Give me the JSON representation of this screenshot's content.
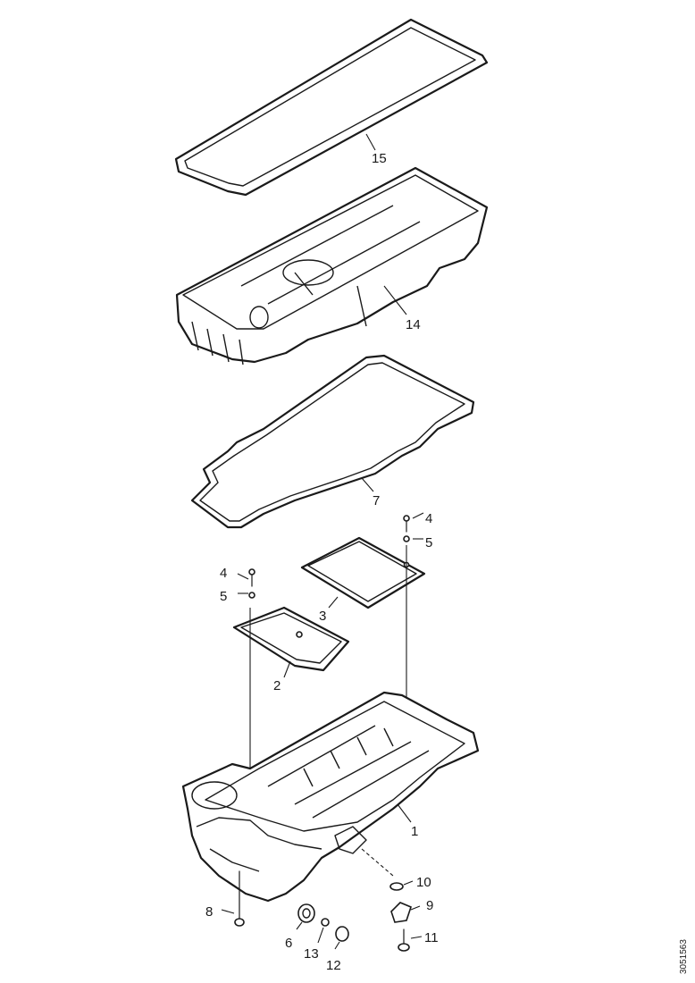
{
  "diagram": {
    "callouts": [
      {
        "id": "15",
        "label": "15"
      },
      {
        "id": "14",
        "label": "14"
      },
      {
        "id": "7",
        "label": "7"
      },
      {
        "id": "4a",
        "label": "4"
      },
      {
        "id": "5a",
        "label": "5"
      },
      {
        "id": "4b",
        "label": "4"
      },
      {
        "id": "5b",
        "label": "5"
      },
      {
        "id": "3",
        "label": "3"
      },
      {
        "id": "2",
        "label": "2"
      },
      {
        "id": "1",
        "label": "1"
      },
      {
        "id": "10",
        "label": "10"
      },
      {
        "id": "9",
        "label": "9"
      },
      {
        "id": "8",
        "label": "8"
      },
      {
        "id": "11",
        "label": "11"
      },
      {
        "id": "6",
        "label": "6"
      },
      {
        "id": "13",
        "label": "13"
      },
      {
        "id": "12",
        "label": "12"
      }
    ],
    "figure_code": "3051563"
  }
}
